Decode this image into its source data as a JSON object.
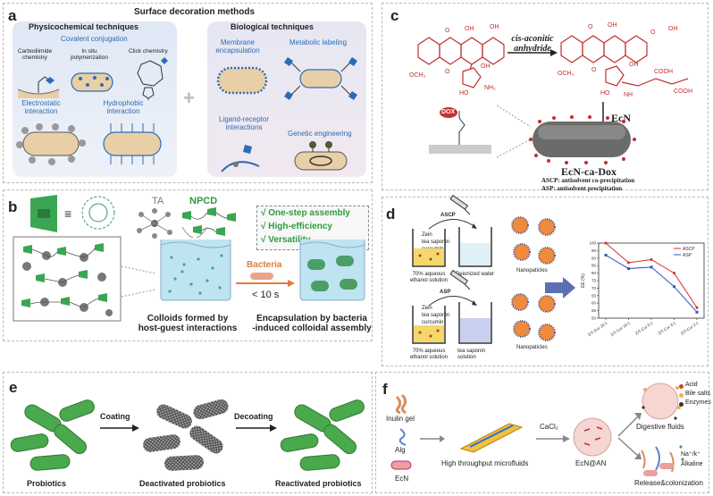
{
  "panel_a": {
    "label": "a",
    "title": "Surface decoration methods",
    "physico_title": "Physicochemical techniques",
    "bio_title": "Biological techniques",
    "covalent": "Covalent conjugation",
    "carbodiimide": "Carbodiimide\nchemistry",
    "insitu": "In situ\npolymerization",
    "click": "Click chemistry",
    "electrostatic": "Electrostatic\ninteraction",
    "hydrophobic": "Hydrophobic\ninteraction",
    "membrane": "Membrane\nencapsulation",
    "metabolic": "Metabolic labeling",
    "ligand": "Ligand-receptor\ninteractions",
    "genetic": "Genetic engineering",
    "plus": "+"
  },
  "panel_b": {
    "label": "b",
    "ta": "TA",
    "npcd": "NPCD",
    "check1": "√ One-step assembly",
    "check2": "√ High-efficiency",
    "check3": "√ Versatility",
    "bacteria": "Bacteria",
    "time": "< 10 s",
    "colloids": "Colloids formed by\nhost-guest interactions",
    "encapsulation": "Encapsulation by bacteria\n-induced colloidal assembly"
  },
  "panel_c": {
    "label": "c",
    "reagent": "cis-aconitic\nanhydride",
    "ecn": "EcN",
    "dox": "DOX",
    "product": "EcN-ca-Dox",
    "ascp": "ASCP: antisolvent co-precipitation",
    "asp": "ASP: antisolvent precipitation"
  },
  "panel_d": {
    "label": "d",
    "zein": "Zein",
    "saponin": "tea saponin",
    "curcumin": "curcumin",
    "ascp": "ASCP",
    "asp": "ASP",
    "beaker1": "70% aqueous\nethanol solution",
    "beaker2": "Deionized water",
    "nanoparticles": "Nanopaticles",
    "beaker3": "70% aqueous\nethanol solution",
    "beaker4": "tea saponin\nsolution",
    "nanoparticles2": "Nanopaticles",
    "ylabel": "EE (%)"
  },
  "chart_data": {
    "type": "line",
    "categories": [
      "Z/T-Cur 20:1",
      "Z/T-Cur 10:1",
      "Z/T-Cur 5:1",
      "Z/T-Cur 3:1",
      "Z/T-Cur 2:1"
    ],
    "ylabel": "EE (%)",
    "ylim": [
      50,
      100
    ],
    "yticks": [
      50,
      55,
      60,
      65,
      70,
      75,
      80,
      85,
      90,
      95,
      100
    ],
    "series": [
      {
        "name": "ASCP",
        "color": "#d62b2b",
        "values": [
          100,
          87,
          89,
          80,
          57
        ]
      },
      {
        "name": "ASP",
        "color": "#2b56c4",
        "values": [
          92,
          83,
          84,
          71,
          54
        ]
      }
    ],
    "legend": "top-right"
  },
  "panel_e": {
    "label": "e",
    "coating": "Coating",
    "decoating": "Decoating",
    "probiotics": "Probiotics",
    "deactivated": "Deactivated probiotics",
    "reactivated": "Reactivated probiotics"
  },
  "panel_f": {
    "label": "f",
    "inulin": "Inulin gel",
    "alg": "Alg",
    "ecn": "EcN",
    "microfluids": "High throughput microfluids",
    "cacl2": "CaCl₂",
    "ecnan": "EcN@AN",
    "acid": "Acid",
    "bile": "Bile salts",
    "enzymes": "Enzymes",
    "digestive": "Digestive fluids",
    "ions": "Na⁺/k⁺",
    "alkaline": "Alkaline",
    "release": "Release&colonization"
  }
}
